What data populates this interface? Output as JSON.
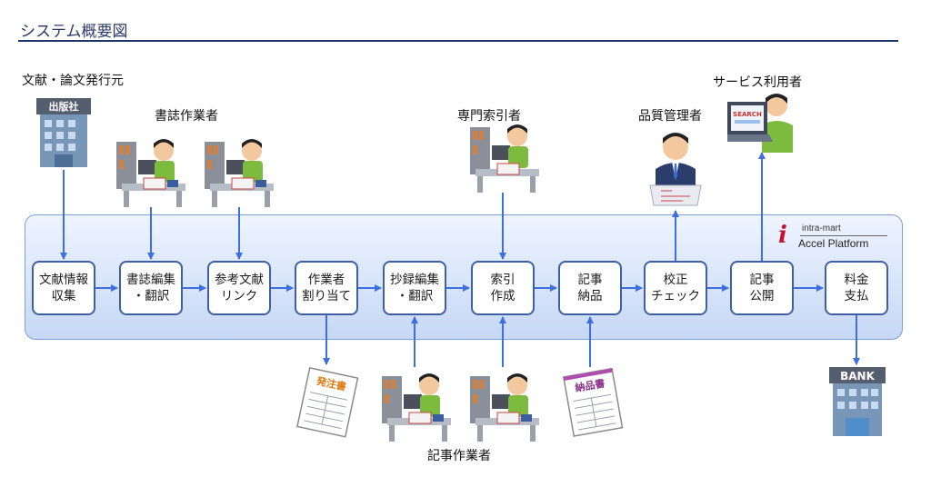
{
  "title": "システム概要図",
  "labels": {
    "publisher_source": "文献・論文発行元",
    "bib_workers": "書誌作業者",
    "indexer": "専門索引者",
    "qc_manager": "品質管理者",
    "service_users": "サービス利用者",
    "article_workers": "記事作業者"
  },
  "logo": {
    "line1": "intra-mart",
    "line2": "Accel Platform"
  },
  "icons": {
    "publisher_sign": "出版社",
    "bank_sign": "BANK",
    "order_doc": "発注書",
    "delivery_doc": "納品書",
    "search_text": "SEARCH"
  },
  "steps": [
    {
      "line1": "文献情報",
      "line2": "収集"
    },
    {
      "line1": "書誌編集",
      "line2": "・翻訳"
    },
    {
      "line1": "参考文献",
      "line2": "リンク"
    },
    {
      "line1": "作業者",
      "line2": "割り当て"
    },
    {
      "line1": "抄録編集",
      "line2": "・翻訳"
    },
    {
      "line1": "索引",
      "line2": "作成"
    },
    {
      "line1": "記事",
      "line2": "納品"
    },
    {
      "line1": "校正",
      "line2": "チェック"
    },
    {
      "line1": "記事",
      "line2": "公開"
    },
    {
      "line1": "料金",
      "line2": "支払"
    }
  ],
  "colors": {
    "accent": "#3c5fa6",
    "arrow": "#3e6fe0",
    "band": "#c6d8f5",
    "rule": "#1f3468"
  }
}
